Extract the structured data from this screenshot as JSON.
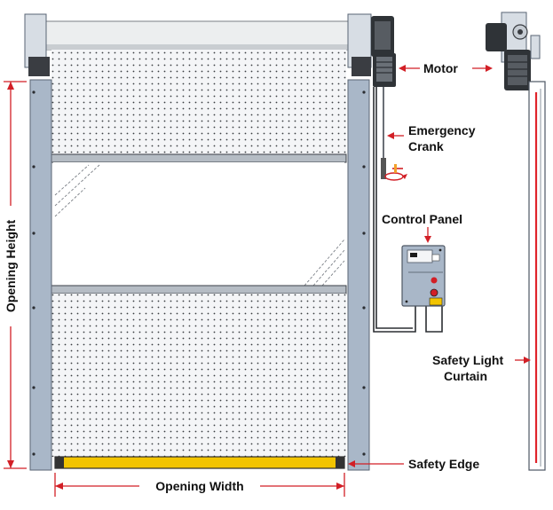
{
  "labels": {
    "motor": "Motor",
    "emergency_crank_line1": "Emergency",
    "emergency_crank_line2": "Crank",
    "control_panel": "Control Panel",
    "safety_light_line1": "Safety Light",
    "safety_light_line2": "Curtain",
    "safety_edge": "Safety Edge",
    "opening_width": "Opening Width",
    "opening_height": "Opening Height"
  },
  "colors": {
    "annotation_red": "#d21f26",
    "frame_blue": "#a9b7c8",
    "frame_stroke": "#5a6574",
    "safety_edge_yellow": "#f2c400",
    "motor_dark": "#2f3337",
    "light_curtain_red": "#e0242b"
  }
}
